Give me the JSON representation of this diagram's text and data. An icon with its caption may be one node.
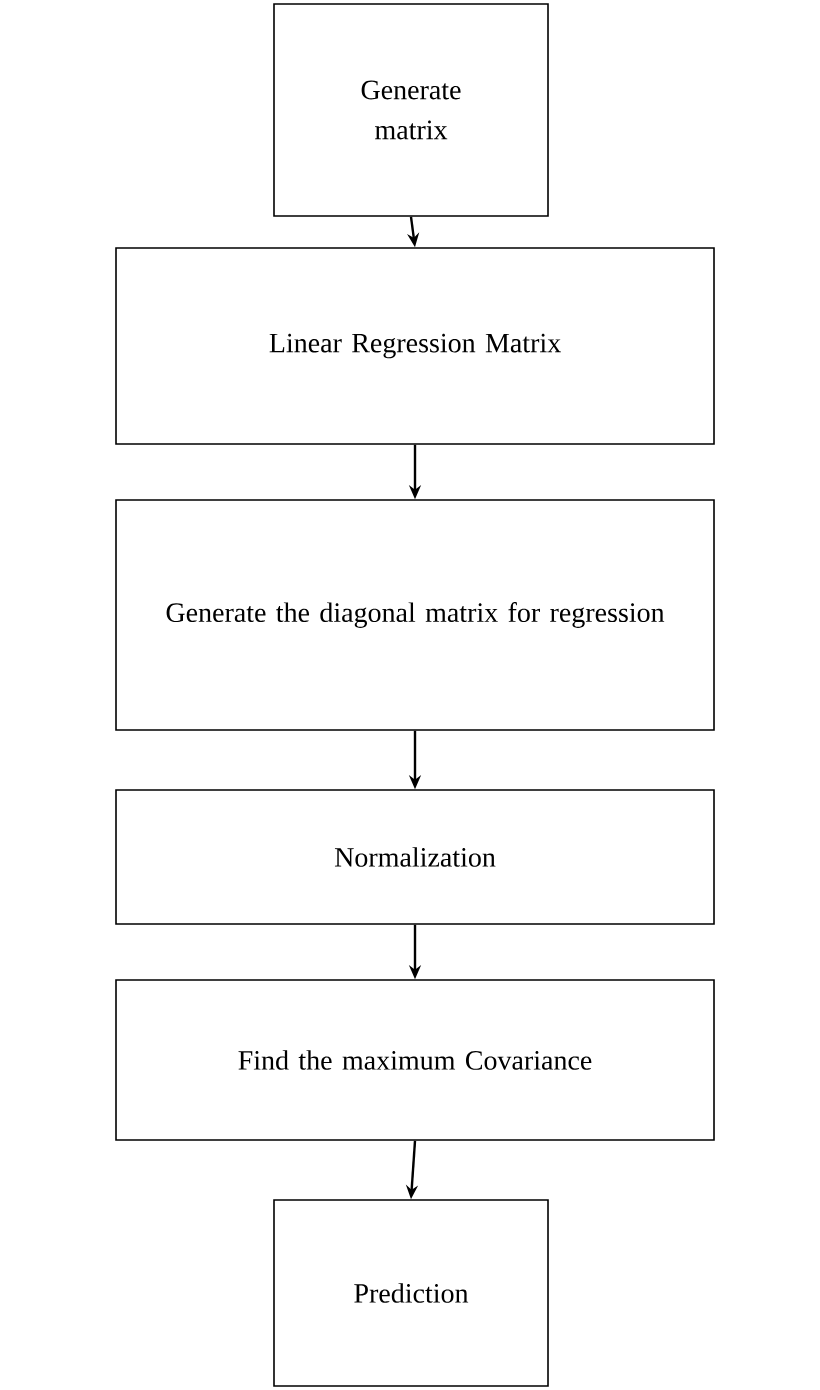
{
  "diagram": {
    "nodes": [
      {
        "text": [
          "Generate matrix"
        ]
      },
      {
        "text": [
          "Linear Regression Matrix"
        ]
      },
      {
        "text": [
          "Generate the diagonal matrix for regression"
        ]
      },
      {
        "text": [
          "Normalization"
        ]
      },
      {
        "text": [
          "Find the maximum Covariance"
        ]
      },
      {
        "text": [
          "Prediction"
        ]
      }
    ],
    "edges": [
      {
        "from": 0,
        "to": 1,
        "arrow": "to"
      },
      {
        "from": 1,
        "to": 2,
        "arrow": "to"
      },
      {
        "from": 2,
        "to": 3,
        "arrow": "to"
      },
      {
        "from": 3,
        "to": 4,
        "arrow": "to"
      },
      {
        "from": 4,
        "to": 5,
        "arrow": "to"
      }
    ]
  }
}
